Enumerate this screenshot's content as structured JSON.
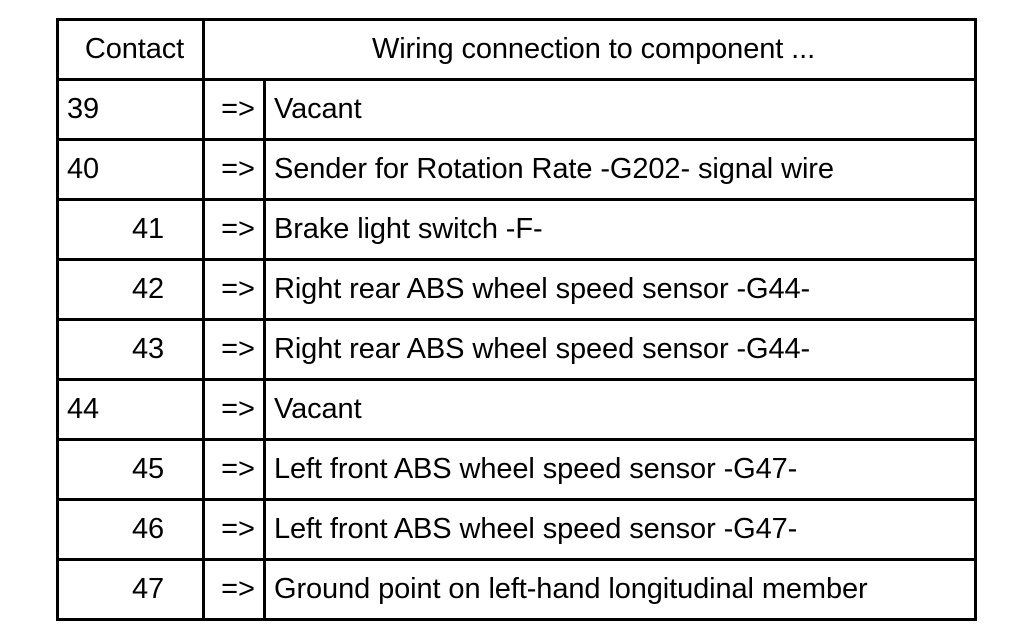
{
  "table": {
    "headers": {
      "contact": "Contact",
      "description": "Wiring connection to component ..."
    },
    "arrow_symbol": "=>",
    "rows": [
      {
        "contact": "39",
        "arrow": "=>",
        "description": "Vacant",
        "indent": false
      },
      {
        "contact": "40",
        "arrow": "=>",
        "description": "Sender for Rotation Rate -G202- signal wire",
        "indent": false
      },
      {
        "contact": "41",
        "arrow": "=>",
        "description": "Brake light switch -F-",
        "indent": true
      },
      {
        "contact": "42",
        "arrow": "=>",
        "description": "Right rear ABS wheel speed sensor -G44-",
        "indent": true
      },
      {
        "contact": "43",
        "arrow": "=>",
        "description": "Right rear ABS wheel speed sensor -G44-",
        "indent": true
      },
      {
        "contact": "44",
        "arrow": "=>",
        "description": "Vacant",
        "indent": false
      },
      {
        "contact": "45",
        "arrow": "=>",
        "description": "Left front ABS wheel speed sensor -G47-",
        "indent": true
      },
      {
        "contact": "46",
        "arrow": "=>",
        "description": "Left front ABS wheel speed sensor -G47-",
        "indent": true
      },
      {
        "contact": "47",
        "arrow": "=>",
        "description": "Ground point on left-hand longitudinal member",
        "indent": true
      }
    ]
  },
  "colors": {
    "background": "#ffffff",
    "text": "#000000",
    "border": "#000000"
  }
}
